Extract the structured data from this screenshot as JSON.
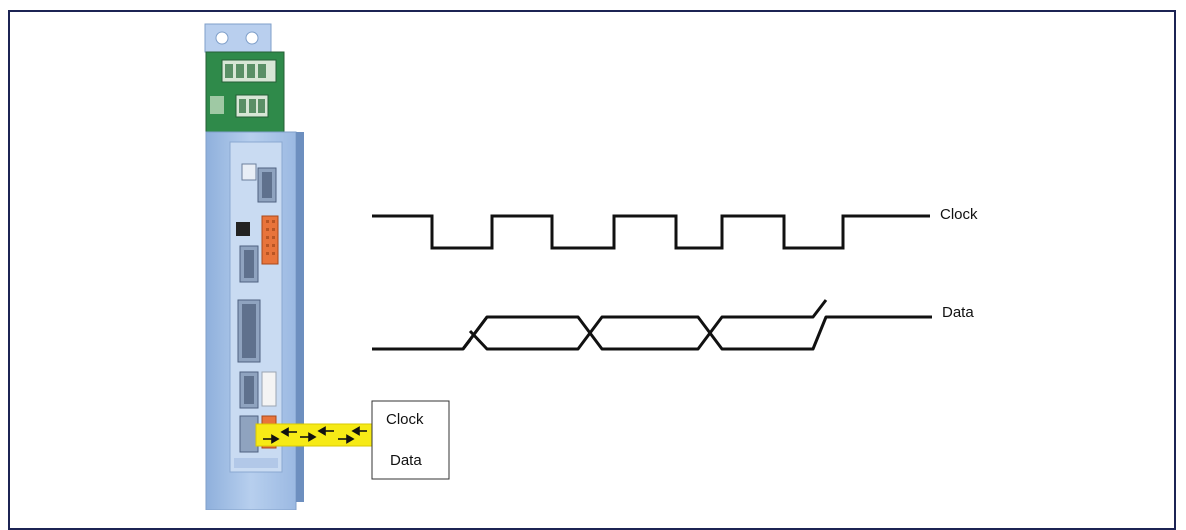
{
  "signals": {
    "clock_label": "Clock",
    "data_label": "Data"
  },
  "connector_box": {
    "line1": "Clock",
    "line2": "Data"
  },
  "colors": {
    "frame": "#1c2454",
    "drive_body": "#a9c4e6",
    "drive_panel": "#c7daf2",
    "terminal_green": "#2f8a4a",
    "orange_connector": "#e8743b",
    "cable_yellow": "#f6ea16",
    "wave": "#111111"
  },
  "icons": [
    "servo-drive-icon",
    "arrow-left-icon",
    "arrow-right-icon"
  ]
}
